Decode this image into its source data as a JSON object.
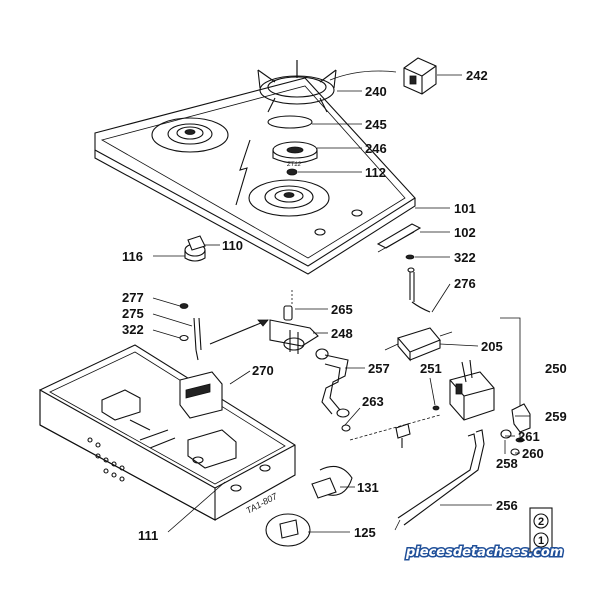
{
  "diagram": {
    "part_labels": [
      {
        "id": "p242",
        "text": "242"
      },
      {
        "id": "p240",
        "text": "240"
      },
      {
        "id": "p245",
        "text": "245"
      },
      {
        "id": "p246",
        "text": "246"
      },
      {
        "id": "p112",
        "text": "112"
      },
      {
        "id": "p101",
        "text": "101"
      },
      {
        "id": "p102",
        "text": "102"
      },
      {
        "id": "p322a",
        "text": "322"
      },
      {
        "id": "p276",
        "text": "276"
      },
      {
        "id": "p116",
        "text": "116"
      },
      {
        "id": "p110",
        "text": "110"
      },
      {
        "id": "p277",
        "text": "277"
      },
      {
        "id": "p275",
        "text": "275"
      },
      {
        "id": "p322b",
        "text": "322"
      },
      {
        "id": "p265",
        "text": "265"
      },
      {
        "id": "p248",
        "text": "248"
      },
      {
        "id": "p205",
        "text": "205"
      },
      {
        "id": "p270",
        "text": "270"
      },
      {
        "id": "p257",
        "text": "257"
      },
      {
        "id": "p251",
        "text": "251"
      },
      {
        "id": "p250",
        "text": "250"
      },
      {
        "id": "p263",
        "text": "263"
      },
      {
        "id": "p259",
        "text": "259"
      },
      {
        "id": "p261",
        "text": "261"
      },
      {
        "id": "p258",
        "text": "258"
      },
      {
        "id": "p260",
        "text": "260"
      },
      {
        "id": "p131",
        "text": "131"
      },
      {
        "id": "p111",
        "text": "111"
      },
      {
        "id": "p256",
        "text": "256"
      },
      {
        "id": "p125",
        "text": "125"
      }
    ],
    "tray_stamp": "TA1-807",
    "circled_numbers": [
      "2",
      "1"
    ],
    "watermark": "piecesdetachees.com"
  }
}
